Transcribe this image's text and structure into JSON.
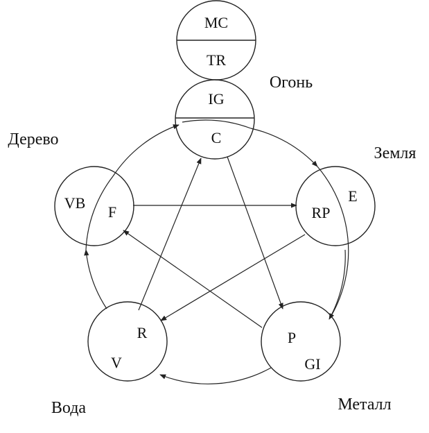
{
  "diagram": {
    "elements": {
      "fire": "Огонь",
      "earth": "Земля",
      "metal": "Металл",
      "water": "Вода",
      "wood": "Дерево"
    },
    "nodes": {
      "top_upper": "MC",
      "top_lower": "TR",
      "fire_upper": "IG",
      "fire_lower": "C",
      "earth_inner": "RP",
      "earth_outer": "E",
      "metal_inner": "P",
      "metal_outer": "GI",
      "water_inner": "R",
      "water_outer": "V",
      "wood_outer": "VB",
      "wood_inner": "F"
    },
    "line_color": "#222222"
  }
}
